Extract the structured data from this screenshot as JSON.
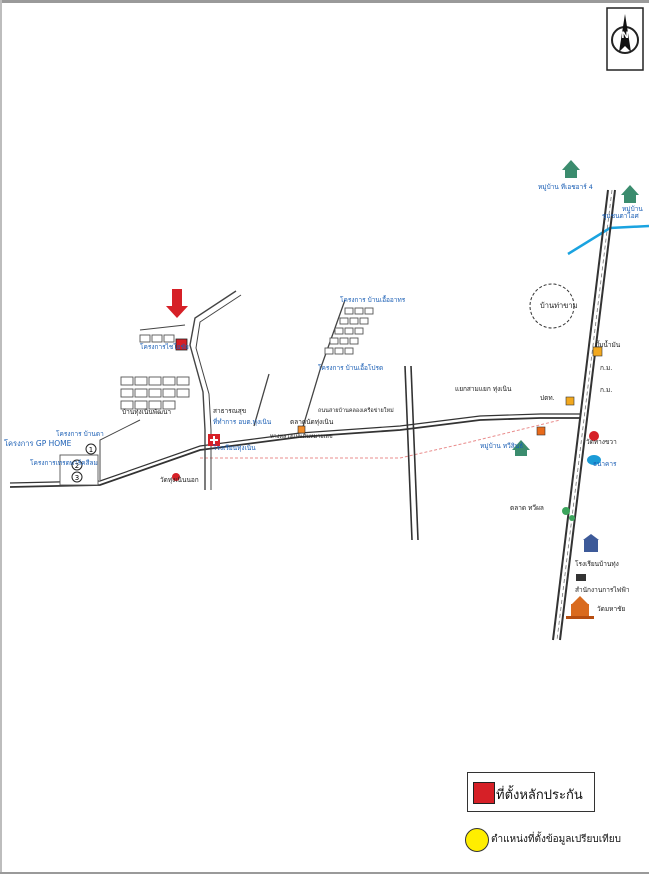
{
  "map": {
    "labels": {
      "village_top_1": "หมู่บ้าน ทีเอชอาร์ 4",
      "village_top_2": "หมู่บ้าน",
      "village_top_3": "ชุมชนตาไอศ",
      "ban_tha_kham": "บ้านท่าขาม",
      "project_top_mid": "โครงการ บ้านเอื้ออาทร",
      "project_mid": "โครงการ บ้านเอื้อโปรด",
      "project_left_top": "โครงการไชโยชัย",
      "village_left": "บ้านทุ่งเนินพัฒนา",
      "gp_home": "โครงการ GP HOME",
      "project_left_2": "โครงการ บ้านดา",
      "project_left_3": "โครงการเทรดพาร์คสีลม",
      "temple_left": "วัดทุ่งเนินนอก",
      "health": "สาธารณสุข",
      "office_tambon": "ที่ทำการ อบต.ทุ่งเนิน",
      "school_left": "โรงเรียนทุ่งเนิน",
      "market_mid": "ตลาดนัดทุ่งเนิน",
      "road_mid": "ทางหลวงแผ่นดินหมายเลข",
      "road_mid_2": "ถนนสายบ้านคลองเครือข่ายใหม่",
      "junction": "แยกสามแยก ทุ่งเนิน",
      "station": "ปตท.",
      "village_right": "หมู่บ้าน ทวีสินธ์",
      "market_right": "ตลาด ทวีผล",
      "temple_right": "วัดทางขวา",
      "bank": "ธนาคาร",
      "school_right": "โรงเรียนบ้านทุ่ง",
      "office_right": "สำนักงานการไฟฟ้า",
      "temple_bottom": "วัดมหาชัย",
      "gas": "ปั๊มน้ำมัน",
      "km_1": "ก.ม.",
      "km_2": "ก.ม.",
      "num_1": "1",
      "num_2": "2",
      "num_3": "3"
    }
  },
  "legend": {
    "property_location": "ที่ตั้งหลักประกัน",
    "comparison_location": "ตำแหน่งที่ตั้งข้อมูลเปรียบเทียบ"
  },
  "colors": {
    "subject": "#d62027",
    "comparison": "#ffee00",
    "road": "#5a5a5a",
    "water": "#1aa3e0",
    "label_blue": "#1b5fb5"
  },
  "compass": {
    "letter": "N"
  }
}
